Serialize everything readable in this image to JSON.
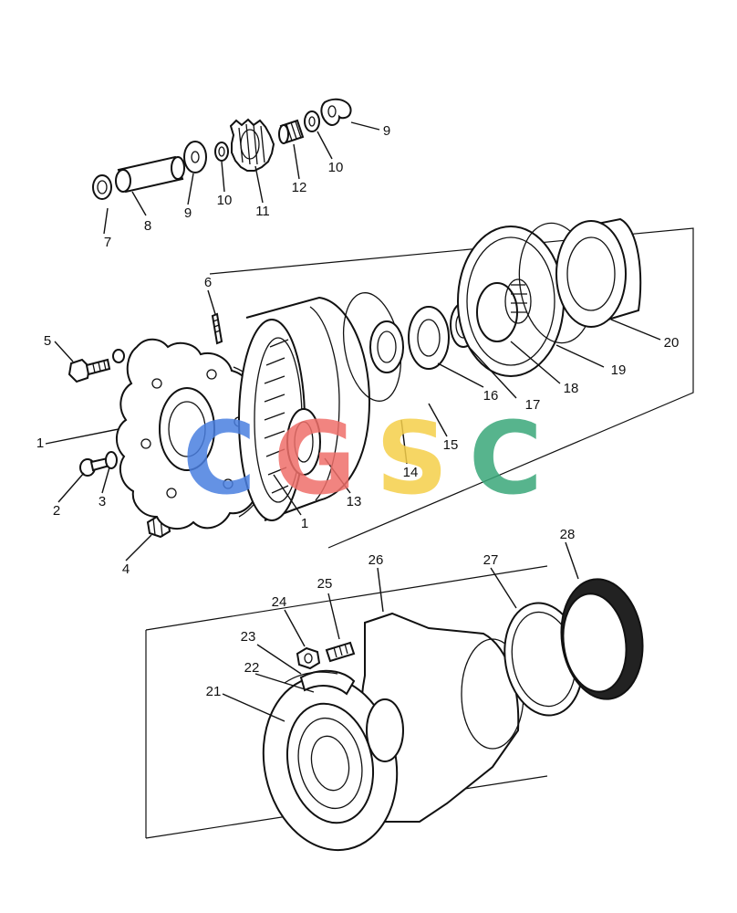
{
  "callouts": {
    "c1a": "1",
    "c1b": "1",
    "c2": "2",
    "c3": "3",
    "c4": "4",
    "c5": "5",
    "c6": "6",
    "c7": "7",
    "c8": "8",
    "c9a": "9",
    "c9b": "9",
    "c10a": "10",
    "c10b": "10",
    "c11": "11",
    "c12": "12",
    "c13": "13",
    "c14": "14",
    "c15": "15",
    "c16": "16",
    "c17": "17",
    "c18": "18",
    "c19": "19",
    "c20": "20",
    "c21": "21",
    "c22": "22",
    "c23": "23",
    "c24": "24",
    "c25": "25",
    "c26": "26",
    "c27": "27",
    "c28": "28"
  },
  "watermark": {
    "letters": [
      "C",
      "G",
      "S",
      "C"
    ],
    "colors": [
      "#4a7fe0",
      "#ef6f6a",
      "#f5cf4a",
      "#3aa87a"
    ]
  }
}
